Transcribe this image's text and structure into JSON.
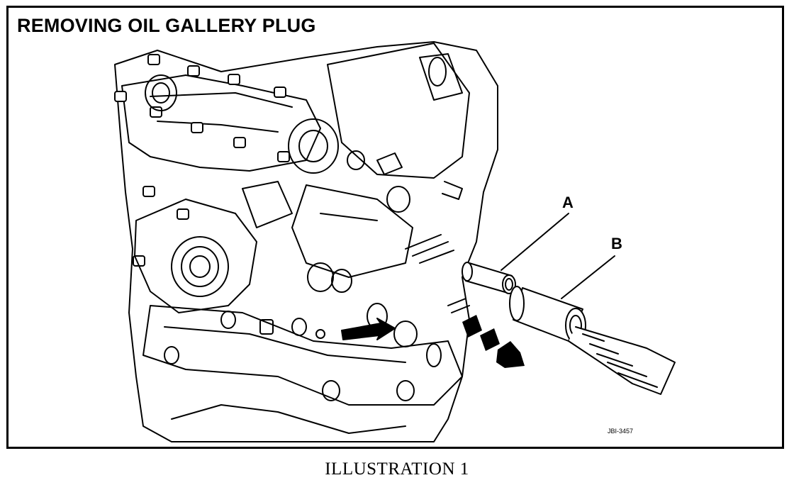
{
  "title": "REMOVING OIL GALLERY PLUG",
  "labels": {
    "a": "A",
    "b": "B"
  },
  "figure_code": "JBI-3457",
  "caption": "ILLUSTRATION 1",
  "colors": {
    "ink": "#000000",
    "paper": "#ffffff"
  }
}
